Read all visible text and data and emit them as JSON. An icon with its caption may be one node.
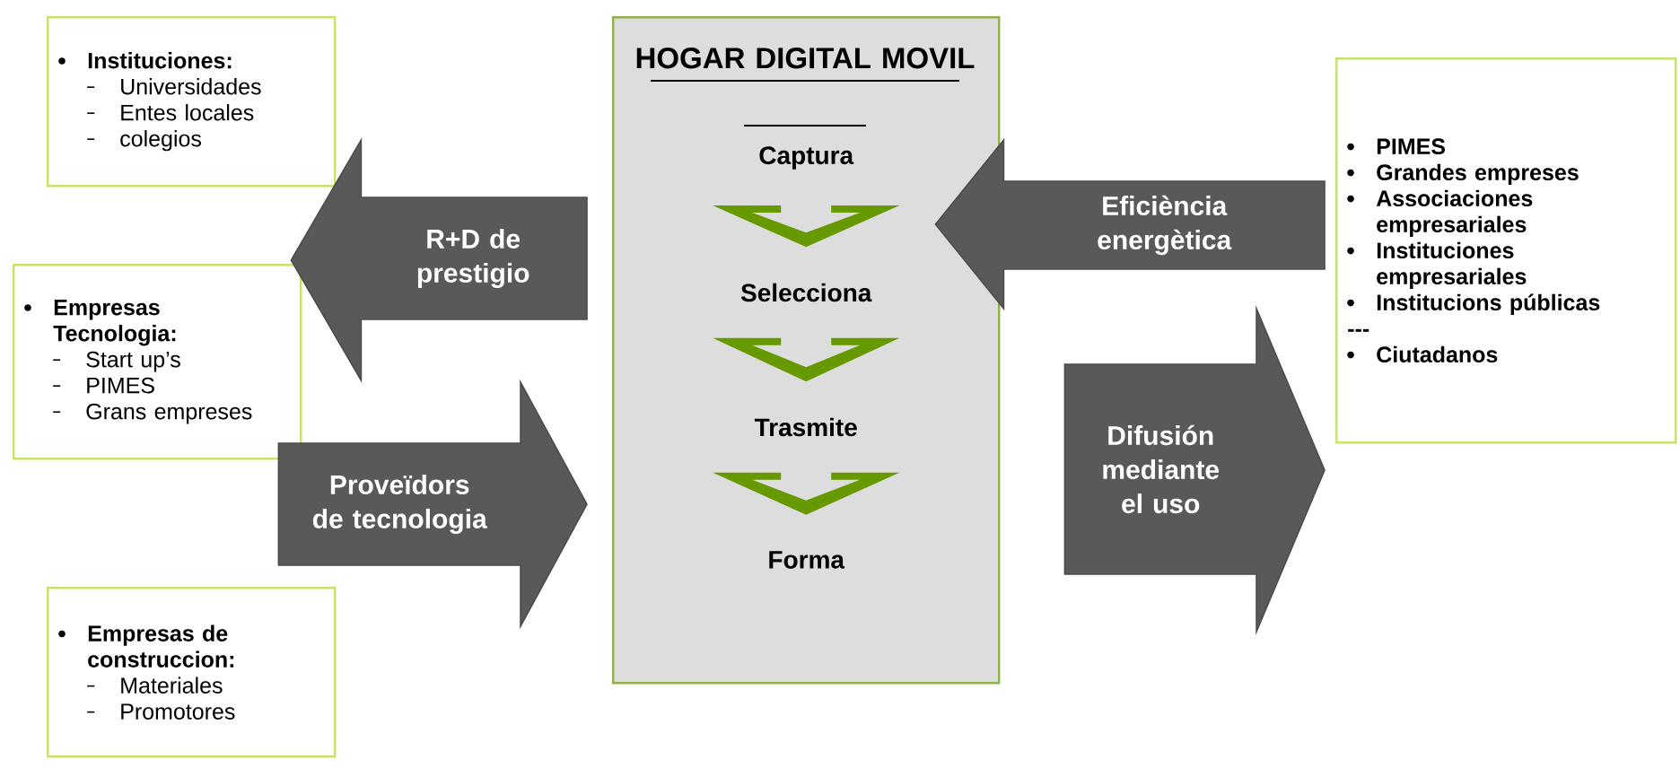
{
  "diagram": {
    "nodes": [
      {
        "text": [
          "Instituciones:",
          "Universidades",
          "Entes locales",
          "colegios"
        ]
      },
      {
        "text": [
          "Empresas Tecnologia:",
          "Start up’s",
          "PIMES",
          "Grans empreses"
        ]
      },
      {
        "text": [
          "Empresas de construccion:",
          "Materiales",
          "Promotores"
        ]
      },
      {
        "text": [
          "HOGAR DIGITAL MOVIL"
        ]
      },
      {
        "text": [
          "Captura"
        ],
        "in": 3
      },
      {
        "text": [
          "Selecciona"
        ],
        "in": 3
      },
      {
        "text": [
          "Trasmite"
        ],
        "in": 3
      },
      {
        "text": [
          "Forma"
        ],
        "in": 3
      },
      {
        "text": [
          "PIMES",
          "Grandes empreses",
          "Associaciones empresariales",
          "Instituciones empresariales",
          "Institucions públicas",
          "---",
          "Ciutadanos"
        ]
      }
    ],
    "edges": [
      {
        "from": 4,
        "to": 5,
        "arrow": "to",
        "color": "#669900"
      },
      {
        "from": 5,
        "to": 6,
        "arrow": "to",
        "color": "#669900"
      },
      {
        "from": 6,
        "to": 7,
        "arrow": "to",
        "color": "#669900"
      },
      {
        "from": 3,
        "to": 1,
        "arrow": "to",
        "label": "R+D de prestigio"
      },
      {
        "from": 1,
        "to": 3,
        "arrow": "to",
        "label": "Proveïdors de tecnologia"
      },
      {
        "from": 8,
        "to": 3,
        "arrow": "to",
        "label": "Eficiència energètica"
      },
      {
        "from": 3,
        "to": 8,
        "arrow": "to",
        "label": "Difusión mediante el uso"
      }
    ]
  }
}
